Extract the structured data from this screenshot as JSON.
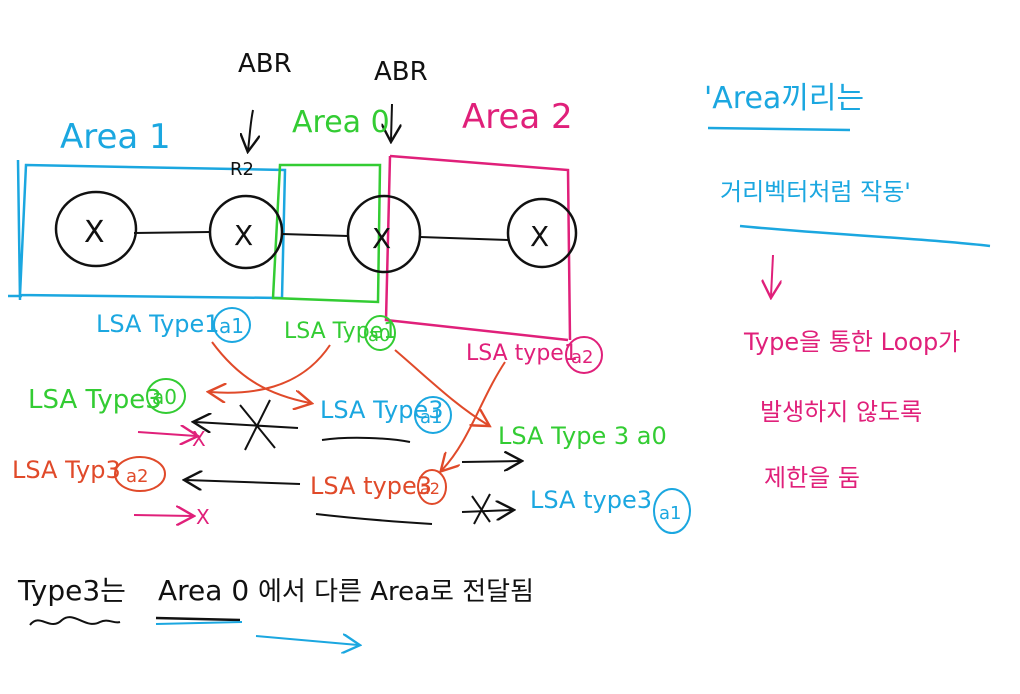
{
  "colors": {
    "area0": "#33cc33",
    "area1": "#1ba7e0",
    "area2": "#e0207a",
    "red": "#e04a2a",
    "black": "#111111"
  },
  "labels": {
    "abr_left": "ABR",
    "abr_right": "ABR",
    "area1": "Area 1",
    "area0": "Area 0",
    "area2": "Area 2",
    "r2": "R2",
    "node": "X"
  },
  "lsa": {
    "type1_a1": "LSA Type1",
    "type1_a1_badge": "a1",
    "type1_a0": "LSA Type1",
    "type1_a0_badge": "a0",
    "type1_a2": "LSA type1",
    "type1_a2_badge": "a2",
    "type3_a0_left": "LSA Type3",
    "type3_a0_left_badge": "a0",
    "type3_a1_mid": "LSA Type3",
    "type3_a1_mid_badge": "a1",
    "type3_a0_right": "LSA Type 3 a0",
    "type3_a2_left": "LSA Typ3",
    "type3_a2_left_badge": "a2",
    "type3_a2_mid": "LSA type3",
    "type3_a2_mid_badge": "a2",
    "type3_a1_right": "LSA type3",
    "type3_a1_right_badge": "a1",
    "cross": "X"
  },
  "notes": {
    "line1": "'Area끼리는",
    "line2": "거리벡터처럼 작동'",
    "line3": "Type을 통한 Loop가",
    "line4": "발생하지 않도록",
    "line5": "제한을 둠",
    "bottom_type3": "Type3는",
    "bottom_area0": "Area 0",
    "bottom_rest": "에서 다른 Area로 전달됨"
  }
}
